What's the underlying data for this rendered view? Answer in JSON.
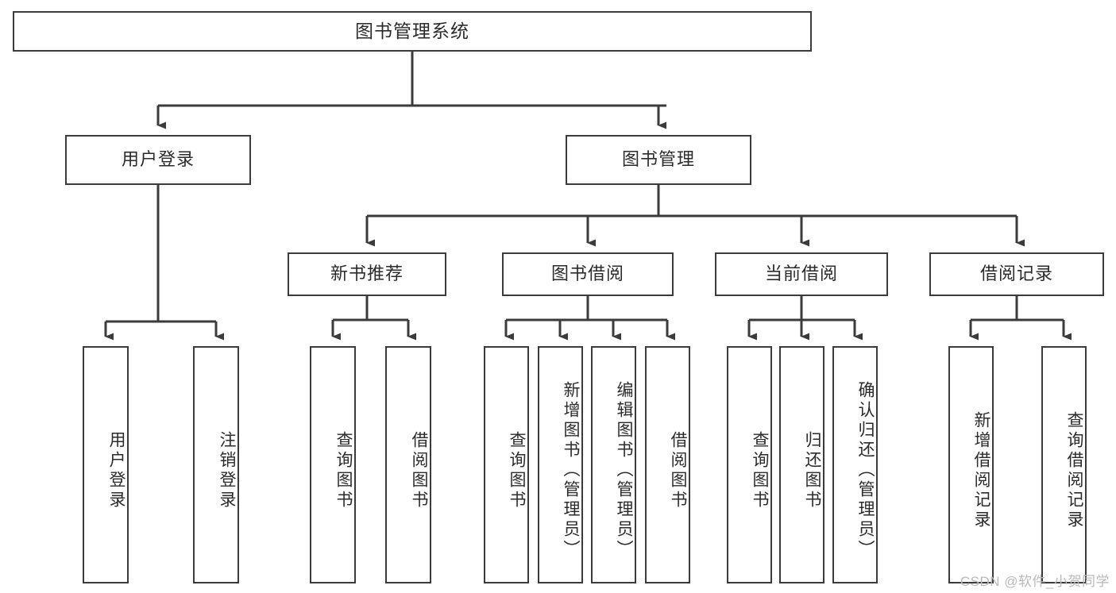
{
  "diagram": {
    "title": "图书管理系统",
    "type": "functional-structure-tree",
    "root": {
      "label": "图书管理系统"
    },
    "level2": [
      {
        "label": "用户登录"
      },
      {
        "label": "图书管理"
      }
    ],
    "level3": [
      {
        "label": "新书推荐"
      },
      {
        "label": "图书借阅"
      },
      {
        "label": "当前借阅"
      },
      {
        "label": "借阅记录"
      }
    ],
    "leaves": {
      "user_login": [
        {
          "label": "用户登录"
        },
        {
          "label": "注销登录"
        }
      ],
      "new_book_recommend": [
        {
          "label": "查询图书"
        },
        {
          "label": "借阅图书"
        }
      ],
      "book_borrow": [
        {
          "label": "查询图书"
        },
        {
          "label": "新增图书（管理员）"
        },
        {
          "label": "编辑图书（管理员）"
        },
        {
          "label": "借阅图书"
        }
      ],
      "current_borrow": [
        {
          "label": "查询图书"
        },
        {
          "label": "归还图书"
        },
        {
          "label": "确认归还（管理员）"
        }
      ],
      "borrow_record": [
        {
          "label": "新增借阅记录"
        },
        {
          "label": "查询借阅记录"
        }
      ]
    }
  },
  "watermark": {
    "text": "CSDN @软件_小贺同学"
  },
  "colors": {
    "stroke": "#3b3b3b",
    "fill": "#ffffff",
    "text": "#2b2b2b",
    "watermark": "#b9b9b9"
  }
}
